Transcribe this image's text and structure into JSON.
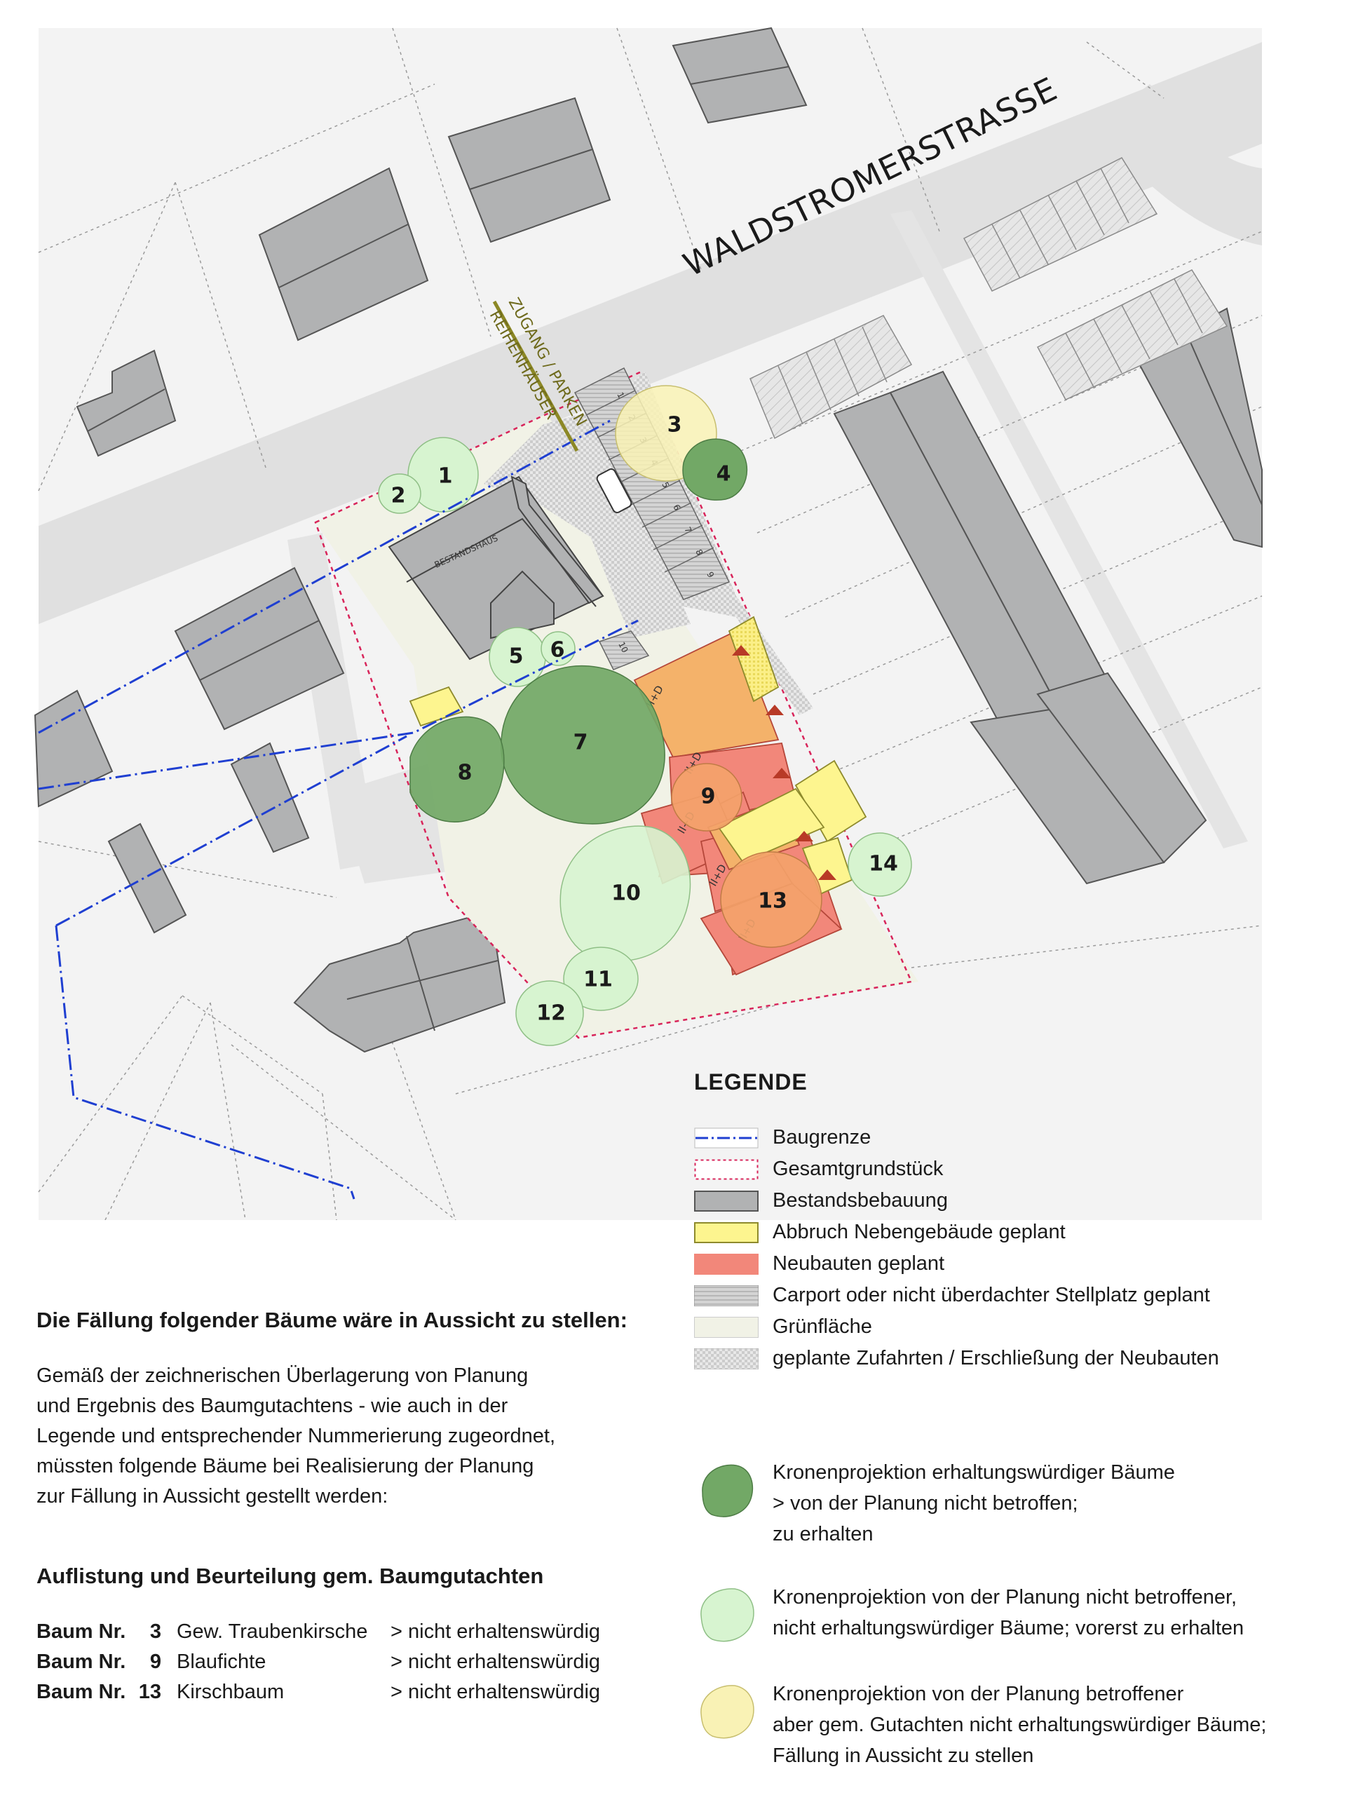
{
  "map": {
    "street_name": "WALDSTROMERSTRASSE",
    "access_label_line1": "ZUGANG / PARKEN",
    "access_label_line2": "REIHENHÄUSER",
    "existing_house_label": "BESTANDSHAUS",
    "floor_label": "II+D",
    "parking_numbers": [
      "1",
      "2",
      "3",
      "4",
      "5",
      "6",
      "7",
      "8",
      "9",
      "10"
    ],
    "tree_numbers": [
      "1",
      "2",
      "3",
      "4",
      "5",
      "6",
      "7",
      "8",
      "9",
      "10",
      "11",
      "12",
      "13",
      "14"
    ]
  },
  "legend": {
    "title": "LEGENDE",
    "items": [
      {
        "label": "Baugrenze"
      },
      {
        "label": "Gesamtgrundstück"
      },
      {
        "label": "Bestandsbebauung"
      },
      {
        "label": "Abbruch Nebengebäude geplant"
      },
      {
        "label": "Neubauten geplant"
      },
      {
        "label": "Carport oder nicht überdachter Stellplatz geplant"
      },
      {
        "label": "Grünfläche"
      },
      {
        "label": "geplante Zufahrten / Erschließung der Neubauten"
      }
    ],
    "tree_items": [
      {
        "lines": [
          "Kronenprojektion erhaltungswürdiger Bäume",
          "> von der Planung nicht betroffen;",
          "zu erhalten"
        ]
      },
      {
        "lines": [
          "Kronenprojektion von der Planung nicht betroffener,",
          "nicht erhaltungswürdiger Bäume; vorerst zu erhalten"
        ]
      },
      {
        "lines": [
          "Kronenprojektion von der Planung betroffener",
          "aber gem. Gutachten nicht erhaltungswürdiger Bäume;",
          "Fällung in Aussicht zu stellen"
        ]
      }
    ]
  },
  "colors": {
    "building_existing": "#b1b2b3",
    "demolition": "#fdf58f",
    "new_building": "#f2877a",
    "green_area": "#f1f2e6",
    "tree_keep": "#72a866",
    "tree_light": "#d7f4d0",
    "tree_fell": "#f9f2b5",
    "baugrenze": "#1f3fd1",
    "grundstueck": "#d8245a"
  },
  "text": {
    "heading1": "Die Fällung folgender Bäume wäre in Aussicht zu stellen:",
    "paragraph_lines": [
      "Gemäß der zeichnerischen Überlagerung von Planung",
      "und Ergebnis des Baumgutachtens - wie auch in der",
      "Legende und entsprechender Nummerierung zugeordnet,",
      "müssten folgende Bäume bei Realisierung der Planung",
      "zur Fällung in Aussicht gestellt werden:"
    ],
    "heading2": "Auflistung und Beurteilung gem. Baumgutachten",
    "tree_list": [
      {
        "prefix": "Baum Nr.",
        "nr": "3",
        "species": "Gew. Traubenkirsche",
        "verdict": "> nicht erhaltenswürdig"
      },
      {
        "prefix": "Baum Nr.",
        "nr": "9",
        "species": "Blaufichte",
        "verdict": "> nicht erhaltenswürdig"
      },
      {
        "prefix": "Baum Nr.",
        "nr": "13",
        "species": "Kirschbaum",
        "verdict": "> nicht erhaltenswürdig"
      }
    ]
  }
}
